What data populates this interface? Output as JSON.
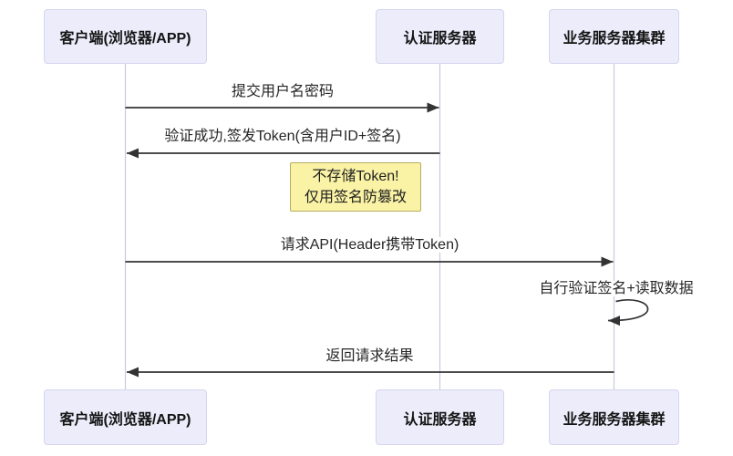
{
  "diagram": {
    "kind": "sequence-diagram",
    "topic": "Token authentication flow",
    "participants": [
      {
        "id": "client",
        "label": "客户端(浏览器/APP)"
      },
      {
        "id": "auth",
        "label": "认证服务器"
      },
      {
        "id": "business",
        "label": "业务服务器集群"
      }
    ],
    "messages": [
      {
        "from": "client",
        "to": "auth",
        "label": "提交用户名密码"
      },
      {
        "from": "auth",
        "to": "client",
        "label": "验证成功,签发Token(含用户ID+签名)"
      },
      {
        "from": "client",
        "to": "business",
        "label": "请求API(Header携带Token)"
      },
      {
        "from": "business",
        "to": "business",
        "label": "自行验证签名+读取数据",
        "self": true
      },
      {
        "from": "business",
        "to": "client",
        "label": "返回请求结果"
      }
    ],
    "note": {
      "attached_to": "auth",
      "line1": "不存储Token!",
      "line2": "仅用签名防篡改"
    },
    "colors": {
      "background": "#ffffff",
      "actor_fill": "#ececfb",
      "actor_border": "#d5d5ee",
      "lifeline": "#c9c9dc",
      "arrow": "#333333",
      "note_fill": "#faf3a5",
      "note_border": "#b6ac5e",
      "text": "#1f1f1f"
    }
  }
}
